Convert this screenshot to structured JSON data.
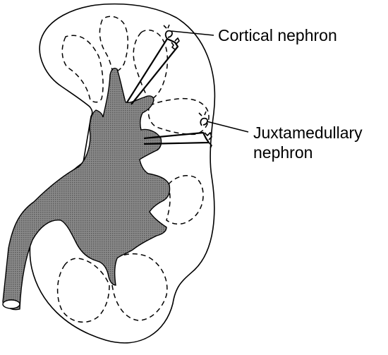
{
  "diagram": {
    "labels": {
      "cortical": "Cortical nephron",
      "juxta_line1": "Juxtamedullary",
      "juxta_line2": "nephron"
    },
    "colors": {
      "line": "#000000",
      "pelvis_fill": "#707070",
      "background": "#ffffff"
    }
  }
}
